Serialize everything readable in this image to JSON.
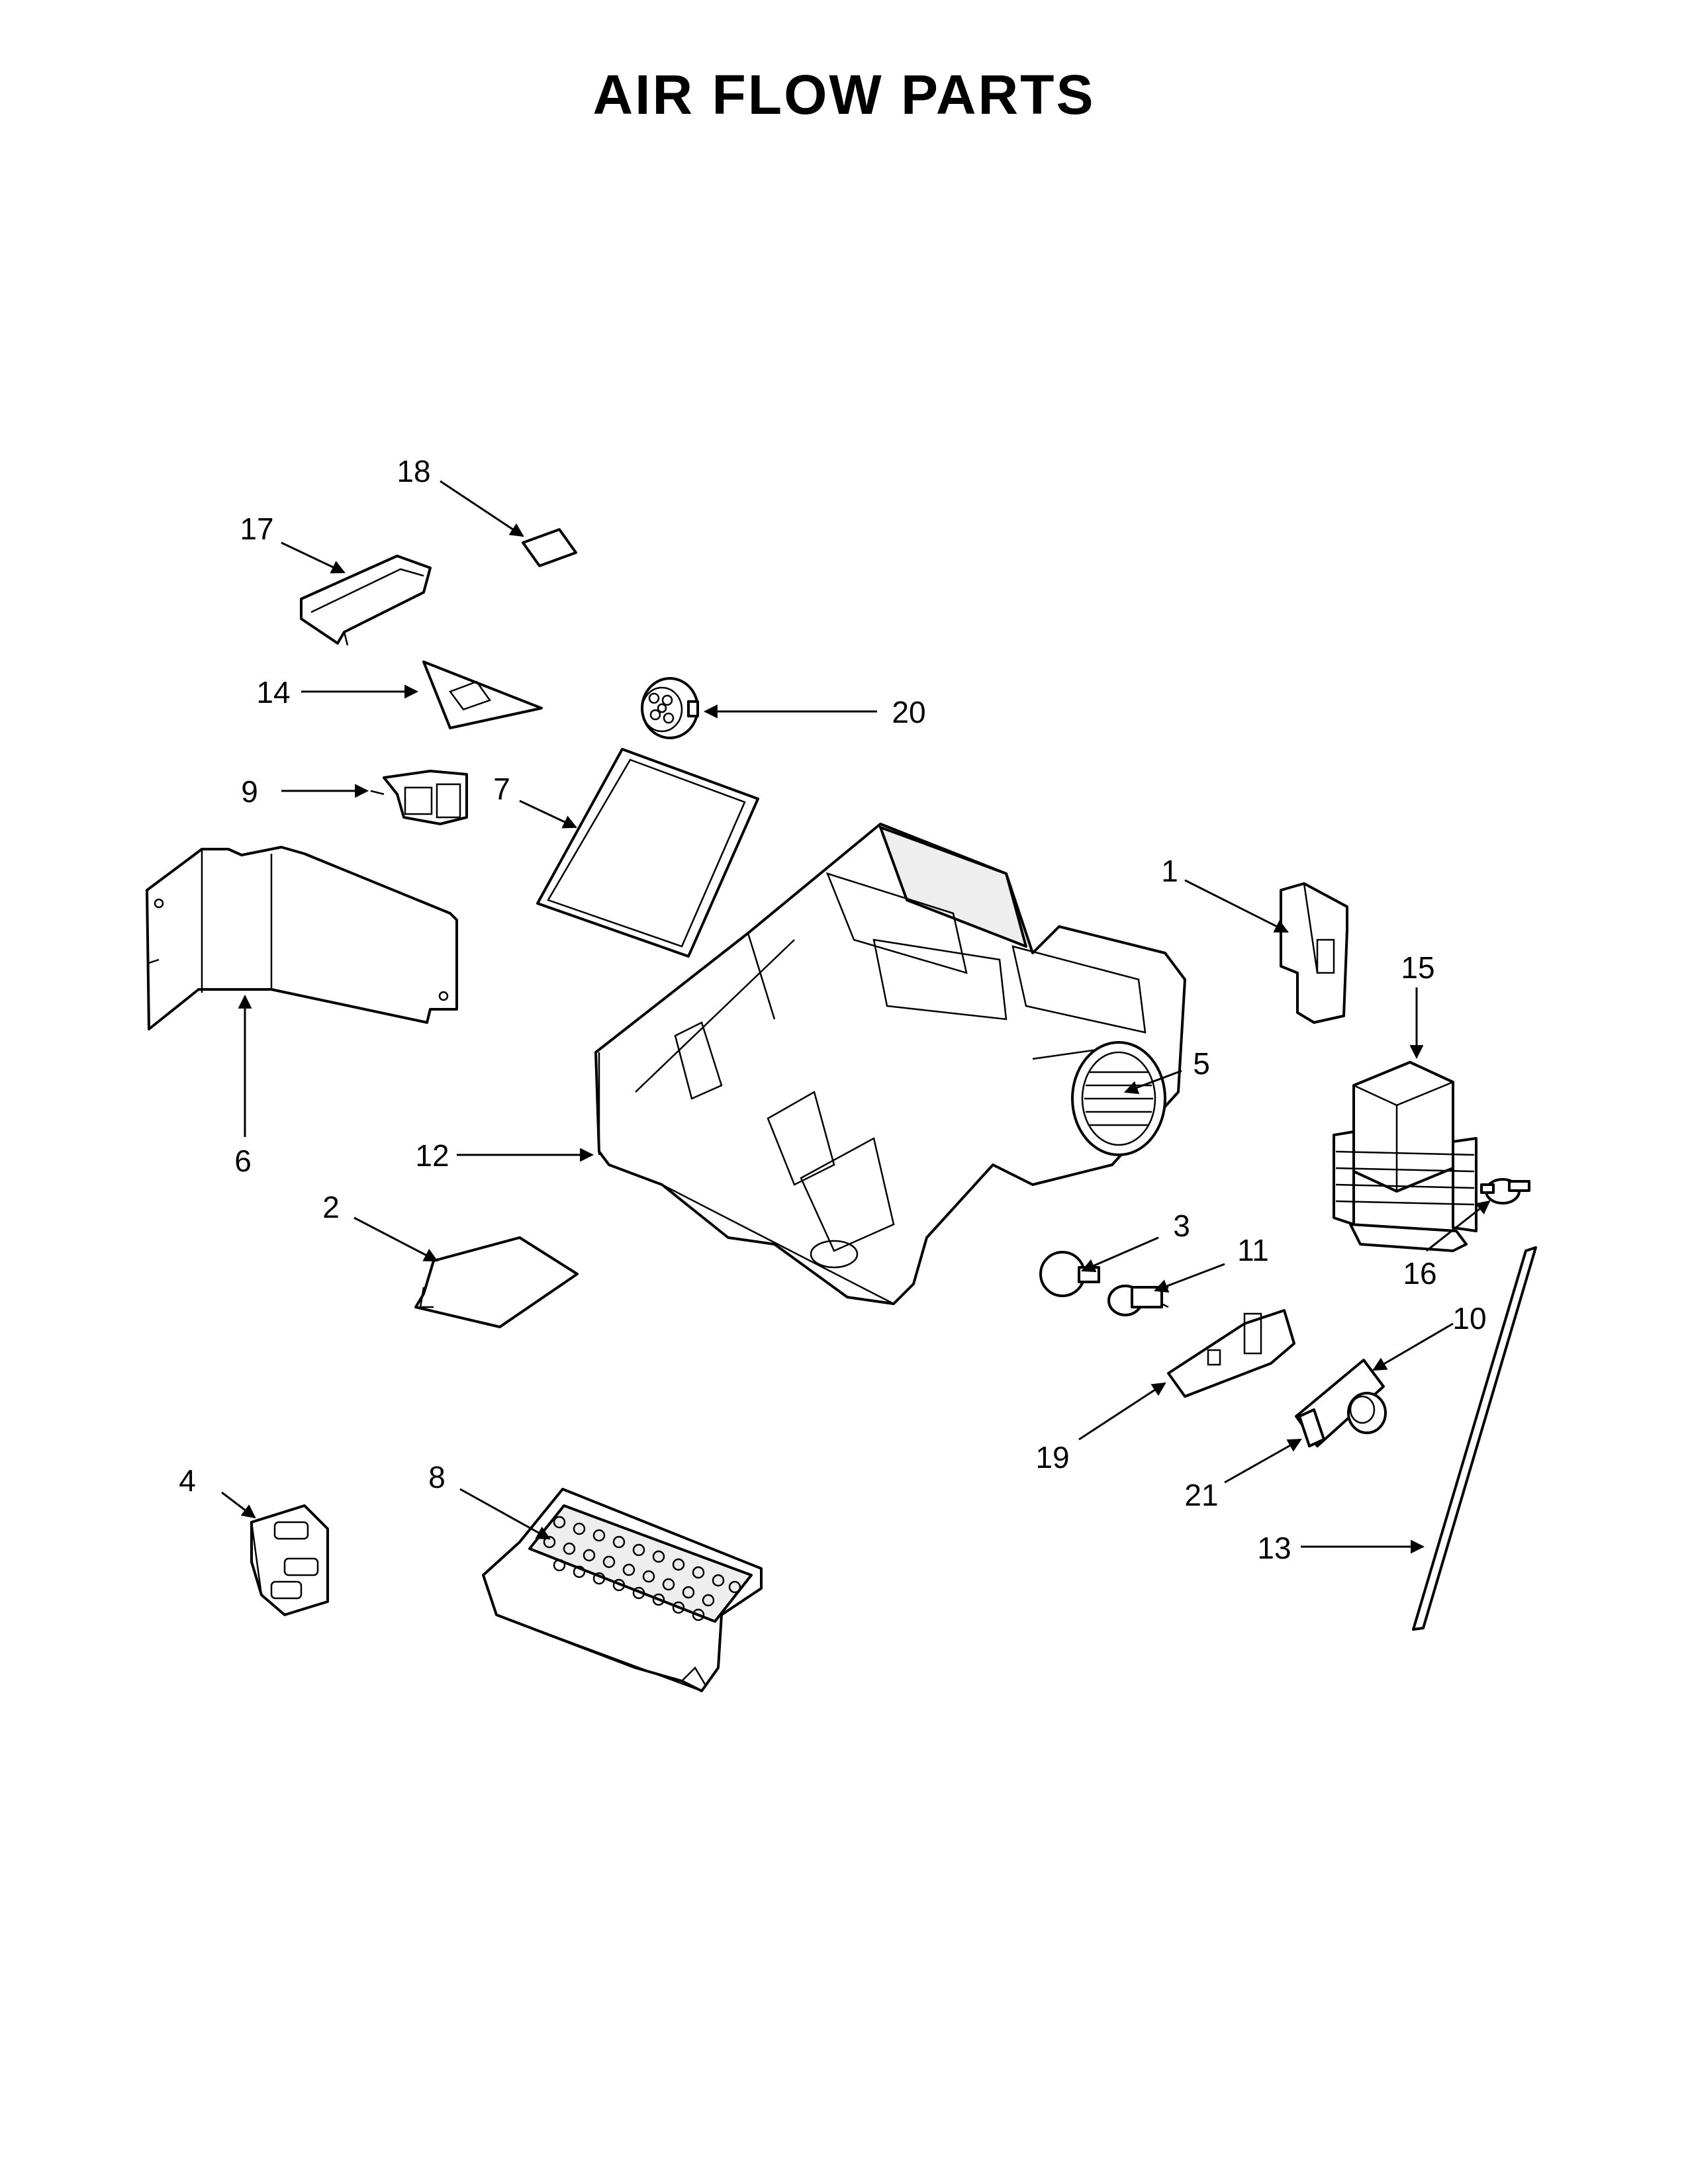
{
  "title": "AIR FLOW PARTS",
  "callouts": [
    "1",
    "2",
    "3",
    "4",
    "5",
    "6",
    "7",
    "8",
    "9",
    "10",
    "11",
    "12",
    "13",
    "14",
    "15",
    "16",
    "17",
    "18",
    "19",
    "20",
    "21"
  ]
}
